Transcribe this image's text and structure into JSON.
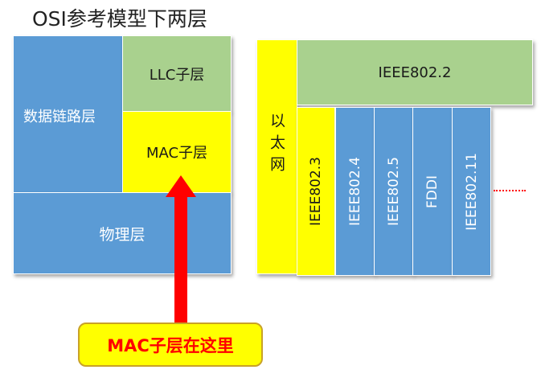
{
  "title": "OSI参考模型下两层",
  "left": {
    "datalink": "数据链路层",
    "llc": "LLC子层",
    "mac": "MAC子层",
    "physical": "物理层"
  },
  "right": {
    "ethernet": "以太网",
    "ieee8022": "IEEE802.2",
    "standards": [
      "IEEE802.3",
      "IEEE802.4",
      "IEEE802.5",
      "FDDI",
      "IEEE802.11"
    ]
  },
  "callout": "MAC子层在这里",
  "colors": {
    "blue": "#5b9bd5",
    "green": "#a9d18e",
    "yellow": "#ffff00",
    "arrow": "#ff0000",
    "callout_text": "#ff0000",
    "callout_border": "#c9a227"
  }
}
